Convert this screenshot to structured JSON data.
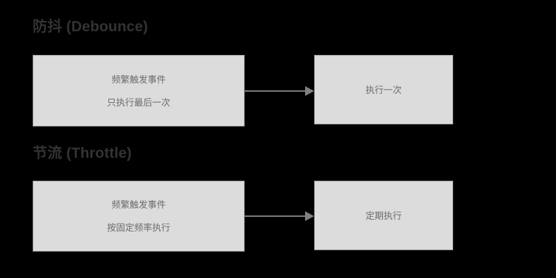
{
  "diagram": {
    "type": "flowchart",
    "background_color": "#000000",
    "node_fill_color": "#dcdcdc",
    "node_border_color": "#9a9a9a",
    "node_text_color": "#6b6b6b",
    "title_color": "#333333",
    "arrow_color": "#808080",
    "sections": [
      {
        "title": "防抖 (Debounce)",
        "source_node": {
          "lines": [
            "频繁触发事件",
            "只执行最后一次"
          ]
        },
        "arrow": {
          "label": "",
          "direction": "right",
          "head": "filled-triangle"
        },
        "target_node": {
          "lines": [
            "执行一次"
          ]
        }
      },
      {
        "title": "节流 (Throttle)",
        "source_node": {
          "lines": [
            "频繁触发事件",
            "按固定频率执行"
          ]
        },
        "arrow": {
          "label": "",
          "direction": "right",
          "head": "filled-triangle"
        },
        "target_node": {
          "lines": [
            "定期执行"
          ]
        }
      }
    ]
  }
}
